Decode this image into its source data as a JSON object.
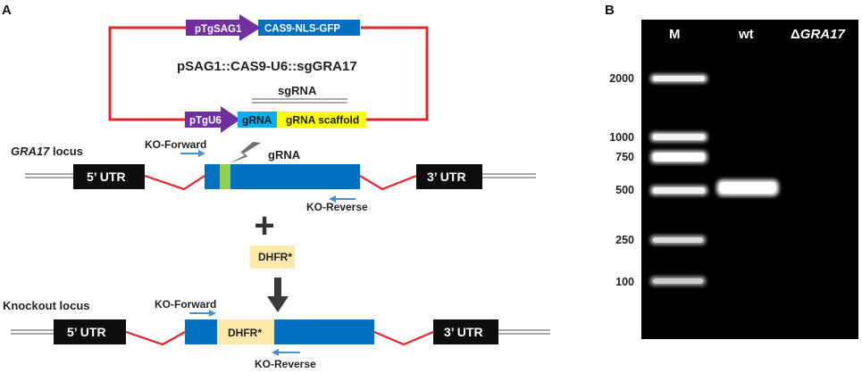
{
  "panels": {
    "a_letter": "A",
    "b_letter": "B"
  },
  "plasmid": {
    "promoter1": "pTgSAG1",
    "cas9": "CAS9-NLS-GFP",
    "name": "pSAG1::CAS9-U6::sgGRA17",
    "sgrna_label": "sgRNA",
    "promoter2": "pTgU6",
    "grna": "gRNA",
    "scaffold": "gRNA scaffold"
  },
  "locus": {
    "gra17_label_italic": "GRA17",
    "gra17_label_rest": " locus",
    "utr5": "5’ UTR",
    "utr3": "3’ UTR",
    "ko_forward": "KO-Forward",
    "ko_reverse": "KO-Reverse",
    "grna_label": "gRNA"
  },
  "donor": {
    "plus": "+",
    "dhfr": "DHFR*"
  },
  "knockout": {
    "label": "Knockout locus",
    "utr5": "5’ UTR",
    "utr3": "3’ UTR",
    "dhfr": "DHFR*",
    "ko_forward": "KO-Forward",
    "ko_reverse": "KO-Reverse"
  },
  "gel": {
    "lanes": [
      "M",
      "wt"
    ],
    "lane3_prefix": "Δ",
    "lane3_italic": "GRA17",
    "ladder": [
      "2000",
      "1000",
      "750",
      "500",
      "250",
      "100"
    ],
    "wt_band_bp": 500
  },
  "colors": {
    "plasmid_line": "#e8242a",
    "promoter_purple": "#7030a0",
    "cas9_blue": "#0070c0",
    "grna_cyan": "#00b0f0",
    "scaffold_yellow": "#ffff00",
    "gene_blue": "#0070c0",
    "grna_green": "#92d050",
    "dhfr_fill": "#fde9a9",
    "arrow_blue": "#4a90d0",
    "gel_bg": "#000000"
  }
}
